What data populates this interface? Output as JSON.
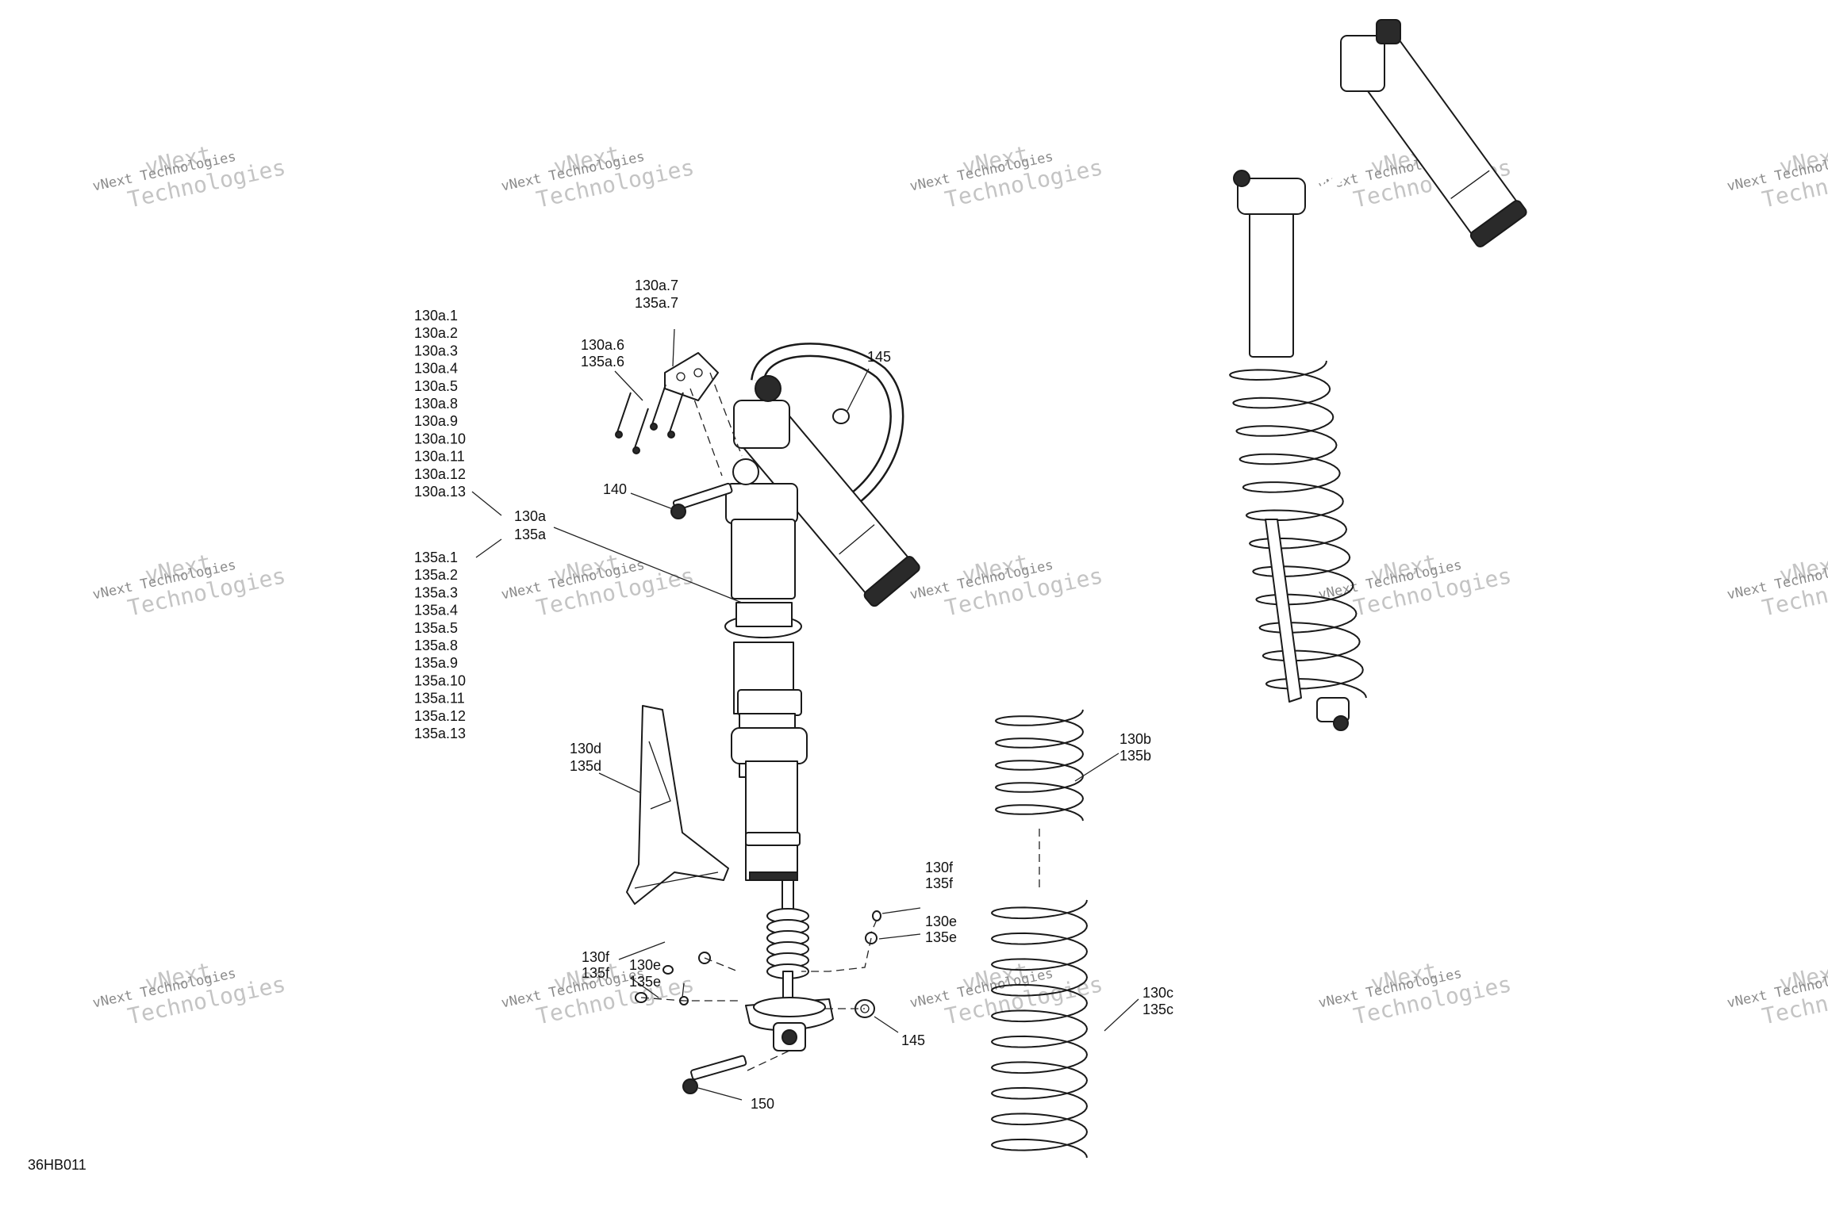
{
  "diagram_id": "36HB011",
  "watermark": {
    "line1": "vNext Technologies",
    "line2": "vNext",
    "line3": "Technologies"
  },
  "labels": {
    "list_130a": [
      "130a.1",
      "130a.2",
      "130a.3",
      "130a.4",
      "130a.5",
      "130a.8",
      "130a.9",
      "130a.10",
      "130a.11",
      "130a.12",
      "130a.13"
    ],
    "list_135a": [
      "135a.1",
      "135a.2",
      "135a.3",
      "135a.4",
      "135a.5",
      "135a.8",
      "135a.9",
      "135a.10",
      "135a.11",
      "135a.12",
      "135a.13"
    ],
    "c130a": "130a",
    "c135a": "135a",
    "c130a7": "130a.7",
    "c135a7": "135a.7",
    "c130a6": "130a.6",
    "c135a6": "135a.6",
    "c145_top": "145",
    "c140": "140",
    "c130d": "130d",
    "c135d": "135d",
    "c130b": "130b",
    "c135b": "135b",
    "c130f_right": "130f",
    "c135f_right": "135f",
    "c130e_right": "130e",
    "c135e_right": "135e",
    "c130f_left": "130f",
    "c135f_left": "135f",
    "c130e_left": "130e",
    "c135e_left": "135e",
    "c145_bottom": "145",
    "c150": "150",
    "c130c": "130c",
    "c135c": "135c"
  }
}
